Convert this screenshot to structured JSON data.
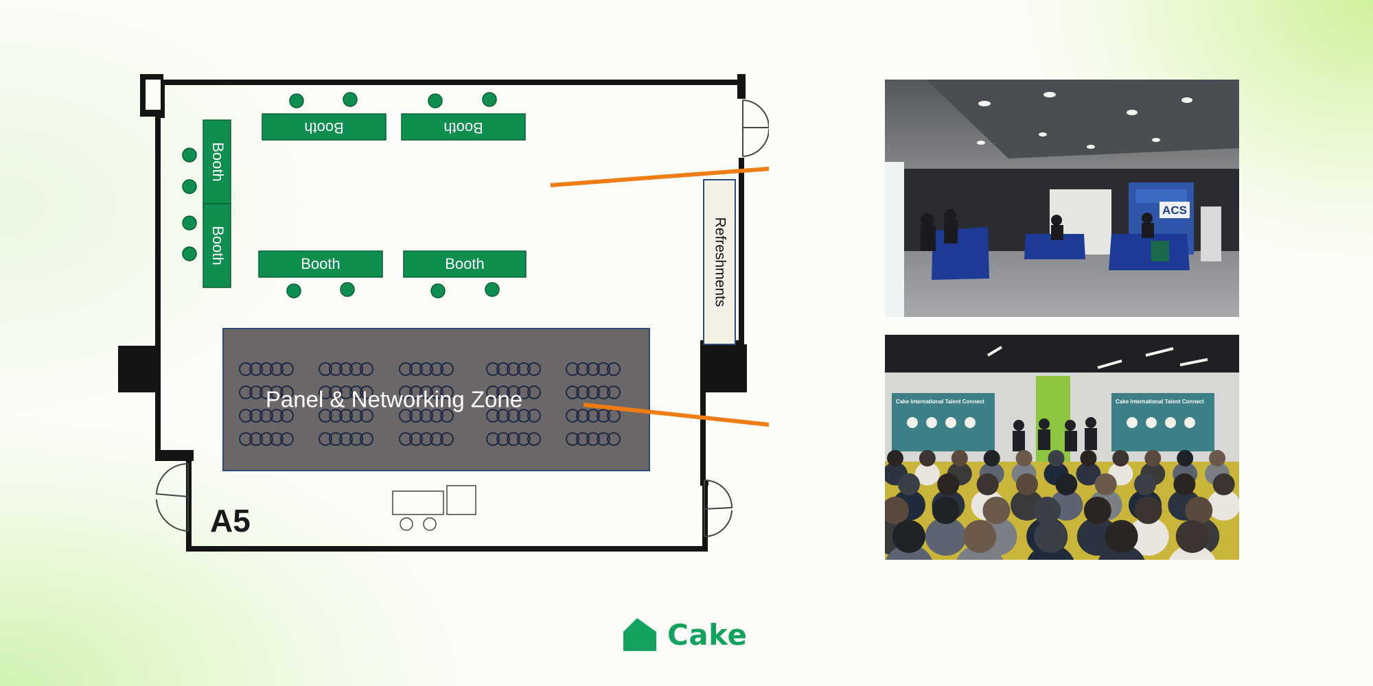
{
  "floorplan": {
    "room_label": "A5",
    "booth_label": "Booth",
    "refreshments_label": "Refreshments",
    "zone_label": "Panel & Networking Zone"
  },
  "photos": {
    "booths_screen_text": "ACS",
    "panel_screen_title_left": "Cake International Talent Connect",
    "panel_screen_title_right": "Cake International Talent Connect"
  },
  "brand": {
    "name": "Cake",
    "color": "#14a35f"
  },
  "colors": {
    "booth_green": "#0f8f4f",
    "arrow_orange": "#f07d14",
    "zone_gray": "#6b6768",
    "wall": "#141414"
  }
}
